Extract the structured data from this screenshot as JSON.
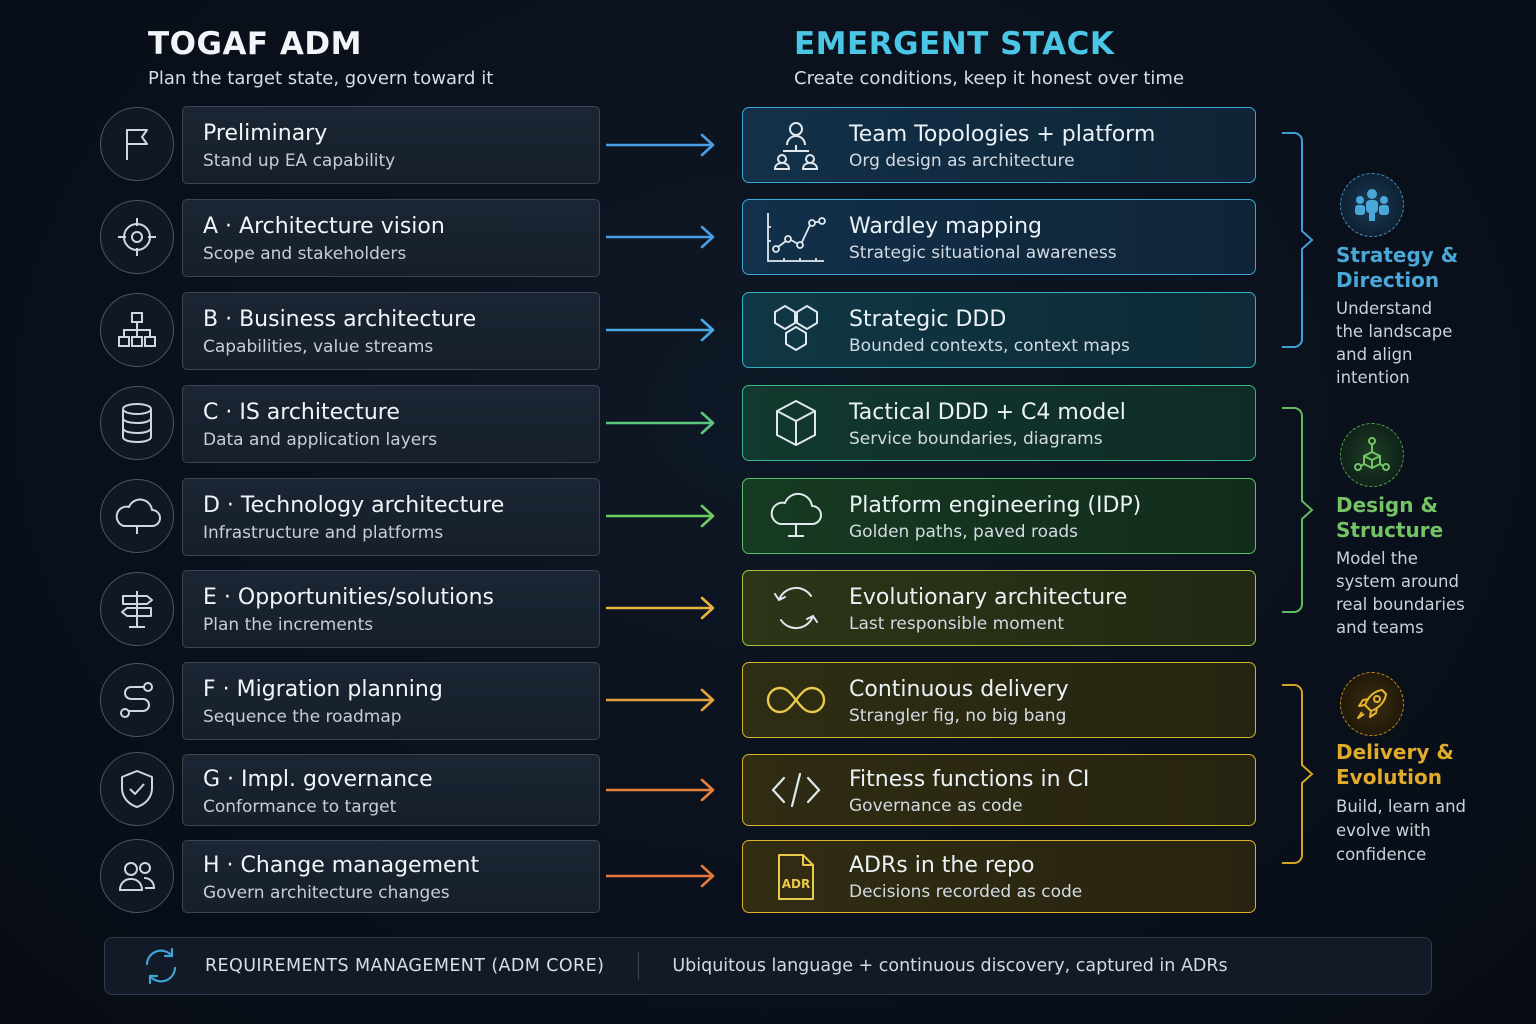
{
  "left": {
    "title": "TOGAF ADM",
    "subtitle": "Plan the target state, govern toward it",
    "phases": [
      {
        "title": "Preliminary",
        "subtitle": "Stand up EA capability",
        "icon": "flag-icon"
      },
      {
        "title": "A · Architecture vision",
        "subtitle": "Scope and stakeholders",
        "icon": "crosshair-icon"
      },
      {
        "title": "B · Business architecture",
        "subtitle": "Capabilities, value streams",
        "icon": "org-chart-icon"
      },
      {
        "title": "C · IS architecture",
        "subtitle": "Data and application layers",
        "icon": "database-icon"
      },
      {
        "title": "D · Technology architecture",
        "subtitle": "Infrastructure and platforms",
        "icon": "cloud-icon"
      },
      {
        "title": "E · Opportunities/solutions",
        "subtitle": "Plan the increments",
        "icon": "signpost-icon"
      },
      {
        "title": "F · Migration planning",
        "subtitle": "Sequence the roadmap",
        "icon": "route-icon"
      },
      {
        "title": "G · Impl. governance",
        "subtitle": "Conformance to target",
        "icon": "shield-check-icon"
      },
      {
        "title": "H · Change management",
        "subtitle": "Govern architecture changes",
        "icon": "users-icon"
      }
    ]
  },
  "right": {
    "title": "EMERGENT STACK",
    "subtitle": "Create conditions, keep it honest over time",
    "practices": [
      {
        "title": "Team Topologies + platform",
        "subtitle": "Org design as architecture",
        "icon": "team-icon",
        "color": "#3aa7d8"
      },
      {
        "title": "Wardley mapping",
        "subtitle": "Strategic situational awareness",
        "icon": "map-chart-icon",
        "color": "#3aa7d8"
      },
      {
        "title": "Strategic DDD",
        "subtitle": "Bounded contexts, context maps",
        "icon": "hexagons-icon",
        "color": "#2fb5c4"
      },
      {
        "title": "Tactical DDD + C4 model",
        "subtitle": "Service boundaries, diagrams",
        "icon": "cube-icon",
        "color": "#39b58a"
      },
      {
        "title": "Platform engineering (IDP)",
        "subtitle": "Golden paths, paved roads",
        "icon": "cloud-platform-icon",
        "color": "#5cc168"
      },
      {
        "title": "Evolutionary architecture",
        "subtitle": "Last responsible moment",
        "icon": "refresh-icon",
        "color": "#a9c23e"
      },
      {
        "title": "Continuous delivery",
        "subtitle": "Strangler fig, no big bang",
        "icon": "infinity-icon",
        "color": "#d6b42a"
      },
      {
        "title": "Fitness functions in CI",
        "subtitle": "Governance as code",
        "icon": "code-icon",
        "color": "#d8b22a"
      },
      {
        "title": "ADRs in the repo",
        "subtitle": "Decisions recorded as code",
        "icon": "adr-file-icon",
        "color": "#dcb02a"
      }
    ]
  },
  "groups": [
    {
      "title": "Strategy & Direction",
      "description": "Understand the landscape and align intention",
      "color": "#4aa8d8",
      "icon": "people-group-icon"
    },
    {
      "title": "Design & Structure",
      "description": "Model the system around real boundaries and teams",
      "color": "#74c466",
      "icon": "network-cube-icon"
    },
    {
      "title": "Delivery & Evolution",
      "description": "Build, learn and evolve with confidence",
      "color": "#d8a82a",
      "icon": "rocket-icon"
    }
  ],
  "icon_text": {
    "adr": "ADR"
  },
  "arrow_colors": [
    "#4a9ee6",
    "#4a9ee6",
    "#4aa9e4",
    "#5cc67f",
    "#6ccc62",
    "#e6b43c",
    "#e6a23a",
    "#e6803a",
    "#e6763a"
  ],
  "footer": {
    "label": "REQUIREMENTS MANAGEMENT (ADM CORE)",
    "text": "Ubiquitous language + continuous discovery, captured in ADRs",
    "icon": "sync-icon"
  }
}
